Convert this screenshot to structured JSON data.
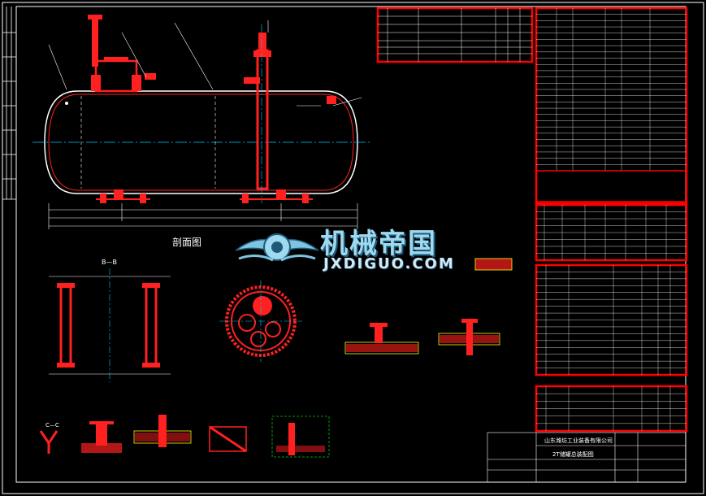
{
  "drawing": {
    "section_view_caption": "剖面图",
    "section_b_label": "B—B",
    "section_c_label": "C—C",
    "title_block_company": "山东潍坊工业装备有限公司",
    "title_block_drawing_name": "2T储罐总装配图",
    "watermark_cn": "机械帝国",
    "watermark_en": "JXDIGUO.COM"
  },
  "colors": {
    "background": "#000000",
    "outline": "#ffffff",
    "part": "#ff2020",
    "centerline": "#00c8ff",
    "hatch": "#ffff00",
    "frame": "#ff0000"
  }
}
